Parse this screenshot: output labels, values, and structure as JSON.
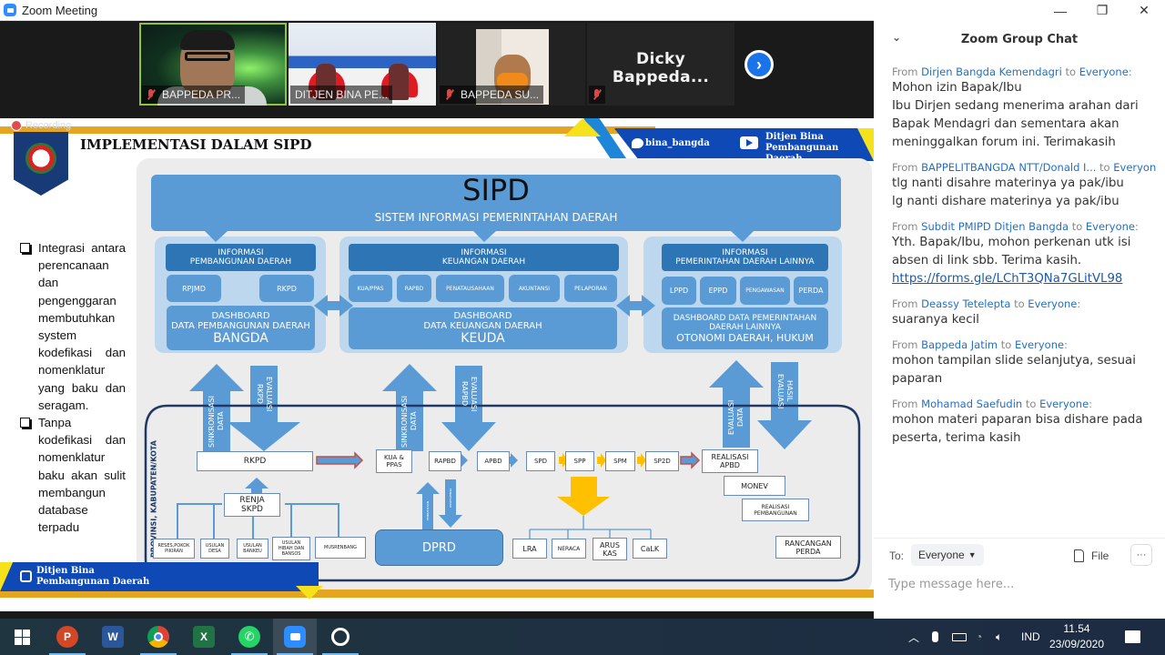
{
  "window": {
    "title": "Zoom Meeting",
    "controls": {
      "minimize": "—",
      "restore": "❐",
      "close": "✕"
    }
  },
  "participants": [
    {
      "name": "BAPPEDA PR...",
      "muted": true,
      "active_speaker": true,
      "video": true
    },
    {
      "name": "DITJEN BINA PE...",
      "muted": false,
      "active_speaker": false,
      "video": true
    },
    {
      "name": "BAPPEDA SU...",
      "muted": true,
      "active_speaker": false,
      "video": true
    },
    {
      "name": "Dicky  Bappeda...",
      "muted": true,
      "active_speaker": false,
      "video": false
    }
  ],
  "filmstrip": {
    "next_icon": "›"
  },
  "recording": {
    "label": "Recording"
  },
  "slide": {
    "title": "IMPLEMENTASI DALAM SIPD",
    "top_banner": {
      "twitter": "bina_bangda",
      "youtube": [
        "Ditjen Bina",
        "Pembangunan Daerah"
      ]
    },
    "bottom_banner": {
      "instagram": [
        "Ditjen Bina",
        "Pembangunan Daerah"
      ]
    },
    "bullets": [
      "Integrasi antara perencanaan dan pengenggaran membutuhkan system kodefikasi dan nomenklatur yang baku dan seragam.",
      "Tanpa kodefikasi dan nomenklatur baku akan sulit membangun database terpadu"
    ],
    "diagram": {
      "header": {
        "title": "SIPD",
        "subtitle": "SISTEM INFORMASI PEMERINTAHAN DAERAH"
      },
      "modules": [
        {
          "info": [
            "INFORMASI",
            "PEMBANGUNAN DAERAH"
          ],
          "items": [
            "RPJMD",
            "RKPD"
          ],
          "dashboard": [
            "DASHBOARD",
            "DATA PEMBANGUNAN DAERAH"
          ],
          "name": "BANGDA"
        },
        {
          "info": [
            "INFORMASI",
            "KEUANGAN DAERAH"
          ],
          "items": [
            "KUA/PPAS",
            "RAPBD",
            "PENATAUSAHAAN",
            "AKUNTANSI",
            "PELAPORAN"
          ],
          "dashboard": [
            "DASHBOARD",
            "DATA KEUANGAN DAERAH"
          ],
          "name": "KEUDA"
        },
        {
          "info": [
            "INFORMASI",
            "PEMERINTAHAN DAERAH LAINNYA"
          ],
          "items": [
            "LPPD",
            "EPPD",
            "PENGAWASAN",
            "PERDA"
          ],
          "dashboard": [
            "DASHBOARD DATA PEMERINTAHAN",
            "DAERAH LAINNYA"
          ],
          "name": "OTONOMI DAERAH, HUKUM"
        }
      ],
      "vertical_arrows": [
        [
          "SINKRONISASI",
          "DATA"
        ],
        [
          "EVALUASI",
          "RKPD"
        ],
        [
          "SINKRONISASI",
          "DATA"
        ],
        [
          "EVALUASI",
          "RAPBD"
        ],
        [
          "EVALUASI",
          "DATA"
        ],
        [
          "HASIL",
          "EVALUASI"
        ]
      ],
      "region_label": "PROVINSI, KABUPATEN/KOTA",
      "flow": {
        "rkpd": "RKPD",
        "renja": [
          "RENJA",
          "SKPD"
        ],
        "inputs": [
          [
            "RESES,POKOK",
            "PIKIRAN"
          ],
          [
            "USULAN",
            "DESA"
          ],
          [
            "USULAN",
            "BANKEU"
          ],
          [
            "USULAN",
            "HIBAH DAN",
            "BANSOS"
          ],
          [
            "MUSRENBANG"
          ]
        ],
        "budget_chain": [
          [
            "KUA &",
            "PPAS"
          ],
          [
            "RAPBD"
          ],
          [
            "APBD"
          ],
          [
            "SPD"
          ],
          [
            "SPP"
          ],
          [
            "SPM"
          ],
          [
            "SP2D"
          ]
        ],
        "realisasi": [
          "REALISASI",
          "APBD"
        ],
        "dprd": "DPRD",
        "dprd_arrows": [
          "PEMBAHASAN",
          "PENGESAHAN"
        ],
        "reports": [
          [
            "LRA"
          ],
          [
            "NERACA"
          ],
          [
            "ARUS",
            "KAS"
          ],
          [
            "CaLK"
          ]
        ],
        "monev": "MONEV",
        "realisasi_pembangunan": [
          "REALISASI",
          "PEMBANGUNAN"
        ],
        "rancangan_perda": [
          "RANCANGAN",
          "PERDA"
        ]
      }
    }
  },
  "chat": {
    "title": "Zoom Group Chat",
    "messages": [
      {
        "from": "Dirjen Bangda Kemendagri",
        "to": "Everyone",
        "lines": [
          "Mohon izin Bapak/Ibu",
          "Ibu Dirjen sedang menerima arahan dari Bapak Mendagri dan sementara akan meninggalkan forum ini. Terimakasih"
        ]
      },
      {
        "from": "BAPPELITBANGDA NTT/Donald I...",
        "to": "Everyone",
        "lines": [
          "tlg nanti disahre materinya ya pak/ibu",
          "lg nanti dishare materinya ya pak/ibu"
        ]
      },
      {
        "from": "Subdit PMIPD Ditjen Bangda",
        "to": "Everyone",
        "lines": [
          "Yth. Bapak/Ibu, mohon perkenan utk isi absen di link sbb. Terima kasih."
        ],
        "link": "https://forms.gle/LChT3QNa7GLitVL98"
      },
      {
        "from": "Deassy Tetelepta",
        "to": "Everyone",
        "lines": [
          "suaranya kecil"
        ]
      },
      {
        "from": "Bappeda Jatim",
        "to": "Everyone",
        "lines": [
          "mohon tampilan slide selanjutya, sesuai paparan"
        ]
      },
      {
        "from": "Mohamad Saefudin",
        "to": "Everyone",
        "lines": [
          "mohon materi paparan bisa dishare pada peserta, terima kasih"
        ]
      }
    ],
    "from_word": "From",
    "to_word": "to",
    "to_label": "To:",
    "to_value": "Everyone",
    "file_label": "File",
    "more_label": "···",
    "input_placeholder": "Type message here..."
  },
  "taskbar": {
    "apps": [
      {
        "name": "start",
        "icon": "windows-icon"
      },
      {
        "name": "PowerPoint",
        "letter": "P",
        "color": "#d24726"
      },
      {
        "name": "Word",
        "letter": "W",
        "color": "#2b579a"
      },
      {
        "name": "Chrome",
        "icon": "chrome-icon"
      },
      {
        "name": "Excel",
        "letter": "X",
        "color": "#217346"
      },
      {
        "name": "WhatsApp",
        "icon": "whatsapp-icon",
        "color": "#25d366"
      },
      {
        "name": "Zoom",
        "icon": "zoom-icon",
        "color": "#2d8cff",
        "active": true
      },
      {
        "name": "Speedtest",
        "icon": "gauge-icon"
      }
    ],
    "tray": {
      "language": "IND",
      "time": "11.54",
      "date": "23/09/2020"
    }
  }
}
